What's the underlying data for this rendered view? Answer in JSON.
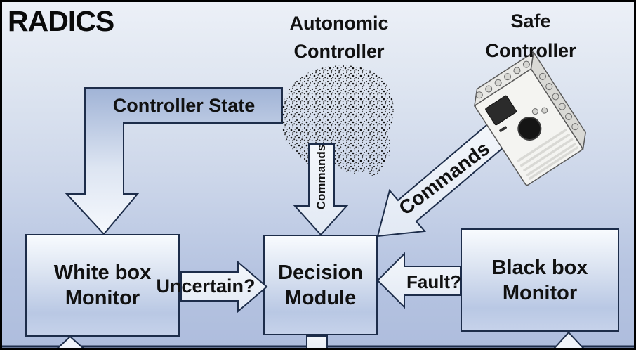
{
  "title": "RADICS",
  "nodes": {
    "autonomic_controller": {
      "line1": "Autonomic",
      "line2": "Controller",
      "icon": "brain-stipple-icon"
    },
    "safe_controller": {
      "line1": "Safe",
      "line2": "Controller",
      "icon": "plc-device-icon"
    },
    "white_box_monitor": {
      "line1": "White box",
      "line2": "Monitor"
    },
    "decision_module": {
      "line1": "Decision",
      "line2": "Module"
    },
    "black_box_monitor": {
      "line1": "Black box",
      "line2": "Monitor"
    }
  },
  "edges": {
    "controller_state": {
      "label": "Controller State"
    },
    "commands_from_autonomic": {
      "label": "Commands"
    },
    "commands_from_safe": {
      "label": "Commands"
    },
    "uncertain": {
      "label": "Uncertain?"
    },
    "fault": {
      "label": "Fault?"
    }
  },
  "colors": {
    "outline": "#1d2d4a",
    "background_top": "#ecf0f7",
    "background_bottom": "#aebddd",
    "box_fill_light": "#f8fbfe",
    "box_fill_dark": "#b9c8e4",
    "arrow_fill_dark": "#a0b3d6",
    "arrow_fill_light": "#f6f9fd",
    "text": "#111111"
  }
}
